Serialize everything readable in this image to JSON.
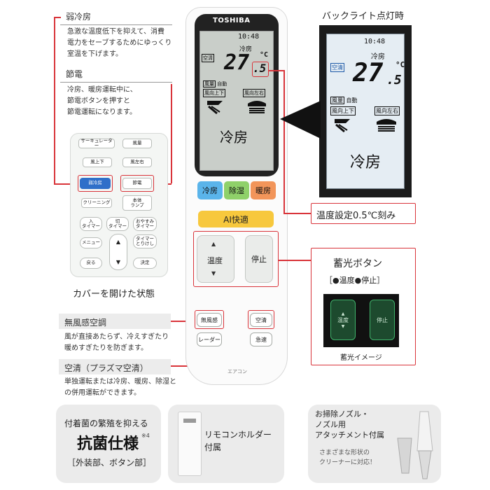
{
  "sections": {
    "weak_cool": {
      "title": "弱冷房",
      "lines": [
        "急激な温度低下を抑えて、消費",
        "電力をセーブするためにゆっくり",
        "室温を下げます。"
      ]
    },
    "eco": {
      "title": "節電",
      "lines": [
        "冷房、暖房運転中に、",
        "節電ボタンを押すと",
        "節電運転になります。"
      ]
    },
    "no_wind": {
      "title": "無風感空調",
      "lines": [
        "風が直接あたらず、冷えすぎたり",
        "暖めすぎたりを防ぎます。"
      ]
    },
    "clean": {
      "title": "空清（プラズマ空清）",
      "lines": [
        "単独運転または冷房、暖房、除湿と",
        "の併用運転ができます。"
      ]
    }
  },
  "cover": {
    "caption": "カバーを開けた状態",
    "buttons": {
      "circulator": "サーキュレーター",
      "fan_volume": "風量",
      "up_down": "風上下",
      "left_right": "風左右",
      "weak_cool": "弱冷房",
      "eco": "節電",
      "cleaning": "クリーニング",
      "unit_lamp_1": "本体",
      "unit_lamp_2": "ランプ",
      "on_timer_1": "入",
      "on_timer_2": "タイマー",
      "off_timer_1": "切",
      "off_timer_2": "タイマー",
      "sleep_timer_1": "おやすみ",
      "sleep_timer_2": "タイマー",
      "menu": "メニュー",
      "timer_cancel_1": "タイマー",
      "timer_cancel_2": "とりけし",
      "back": "戻る",
      "confirm": "決定"
    }
  },
  "remote": {
    "brand": "TOSHIBA",
    "display": {
      "clock": "10:48",
      "mode_small": "冷房",
      "temp_main": "27",
      "temp_unit": "°C",
      "temp_decimal": ".5",
      "label_airclean": "空清",
      "label_fan": "風量",
      "label_auto": "自動",
      "label_updown": "風向上下",
      "label_leftright": "風向左右",
      "mode_large": "冷房"
    },
    "buttons": {
      "cool": "冷房",
      "dry": "除湿",
      "heat": "暖房",
      "ai": "AI快適",
      "temp": "温度",
      "stop": "停止",
      "no_wind": "無風感",
      "clean": "空清",
      "louver": "レーダー",
      "rapid": "急速"
    },
    "bottom_label": "エアコン"
  },
  "backlight": {
    "title": "バックライト点灯時",
    "clock": "10:48",
    "mode_small": "冷房",
    "temp_main": "27",
    "temp_unit": "°C",
    "temp_decimal": ".5",
    "label_airclean": "空清",
    "label_fan": "風量",
    "label_auto": "自動",
    "label_updown": "風向上下",
    "label_leftright": "風向左右",
    "mode_large": "冷房"
  },
  "temp_step": "温度設定0.5℃刻み",
  "phosphor": {
    "title": "蓄光ボタン",
    "subtitle": "［●温度●停止］",
    "btn_temp": "温度",
    "btn_stop": "停止",
    "caption": "蓄光イメージ"
  },
  "cards": {
    "antibac": {
      "line1": "付着菌の繁殖を抑える",
      "main": "抗菌仕様",
      "note": "※4",
      "line3": "［外装部、ボタン部］"
    },
    "holder": {
      "line1": "リモコンホルダー",
      "line2": "付属"
    },
    "nozzle": {
      "line1": "お掃除ノズル・",
      "line2": "ノズル用",
      "line3": "アタッチメント付属",
      "line4": "さまざまな形状の",
      "line5": "クリーナーに対応！"
    }
  },
  "colors": {
    "accent_red": "#d9343a",
    "cool": "#5ab4ea",
    "dry": "#8fd16a",
    "heat": "#f2955a",
    "ai": "#f7c83d"
  }
}
